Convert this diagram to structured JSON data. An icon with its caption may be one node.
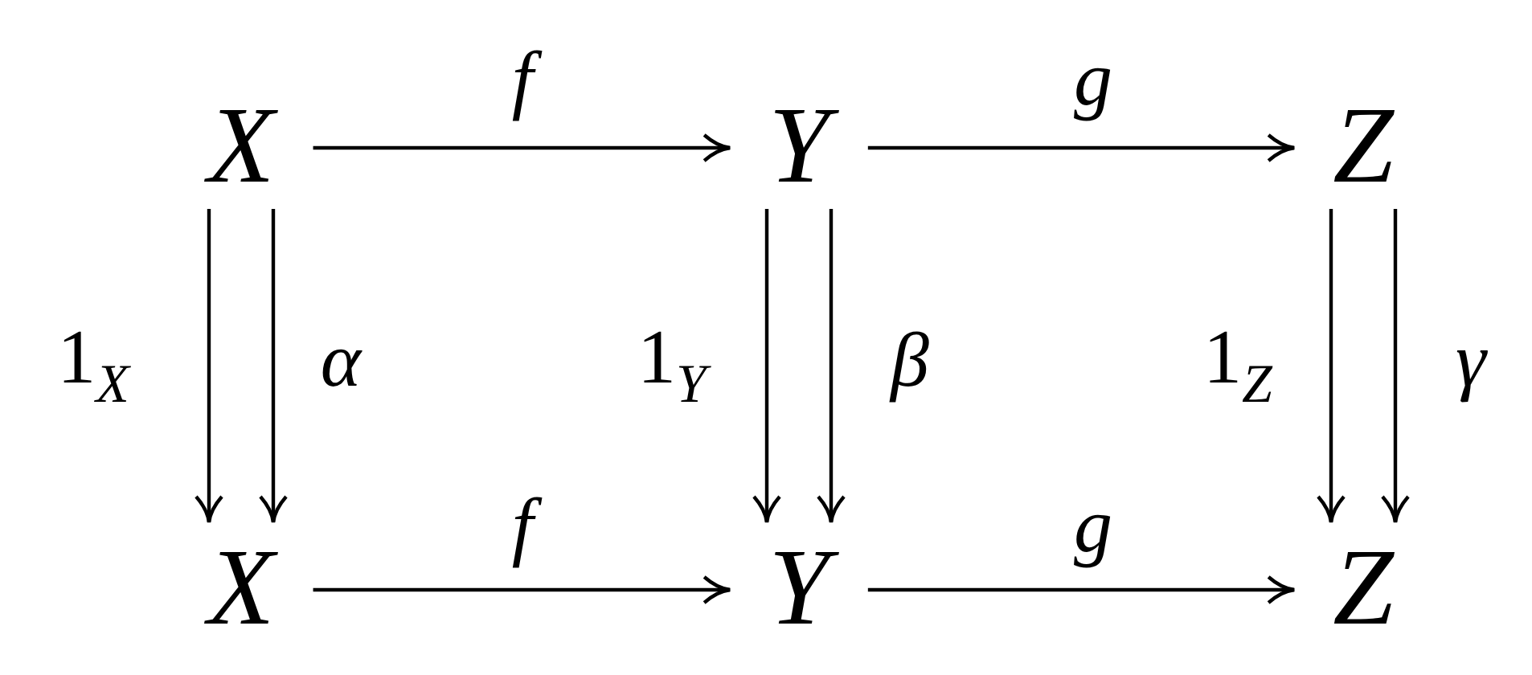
{
  "diagram": {
    "nodes": [
      {
        "text": [
          "X"
        ]
      },
      {
        "text": [
          "Y"
        ]
      },
      {
        "text": [
          "Z"
        ]
      },
      {
        "text": [
          "X"
        ]
      },
      {
        "text": [
          "Y"
        ]
      },
      {
        "text": [
          "Z"
        ]
      }
    ],
    "edges": [
      {
        "from": 0,
        "to": 1,
        "arrow": "to",
        "label": "f"
      },
      {
        "from": 1,
        "to": 2,
        "arrow": "to",
        "label": "g"
      },
      {
        "from": 0,
        "to": 3,
        "arrow": "to",
        "label": "1$_{X}$"
      },
      {
        "from": 0,
        "to": 3,
        "arrow": "to",
        "label": "α"
      },
      {
        "from": 1,
        "to": 4,
        "arrow": "to",
        "label": "1$_{Y}$"
      },
      {
        "from": 1,
        "to": 4,
        "arrow": "to",
        "label": "β"
      },
      {
        "from": 2,
        "to": 5,
        "arrow": "to",
        "label": "1$_{Z}$"
      },
      {
        "from": 2,
        "to": 5,
        "arrow": "to",
        "label": "γ"
      },
      {
        "from": 3,
        "to": 4,
        "arrow": "to",
        "label": "f"
      },
      {
        "from": 4,
        "to": 5,
        "arrow": "to",
        "label": "g"
      }
    ]
  }
}
